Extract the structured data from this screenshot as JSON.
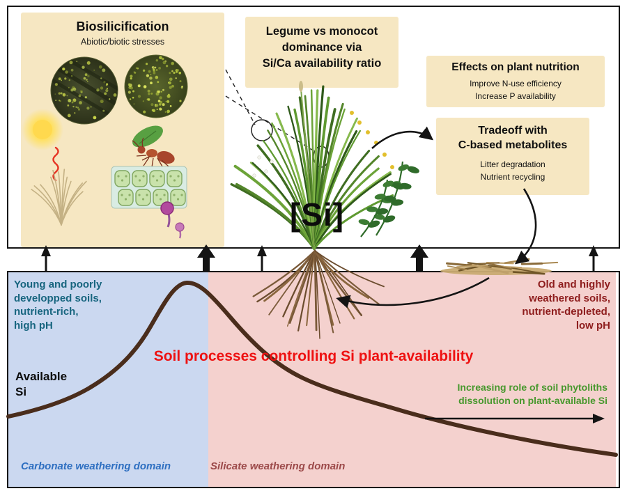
{
  "colors": {
    "box_bg": "#f6e7c2",
    "carbonate_bg": "#cbd8f0",
    "silicate_bg": "#f4d1ce",
    "teal_text": "#17657f",
    "dark_red_text": "#8e1d1d",
    "red_title": "#ee1111",
    "green_text": "#47982d",
    "carbonate_label": "#2e6fc1",
    "silicate_label": "#9c4a4a",
    "curve_brown": "#4a2d1c",
    "arrow_black": "#141414"
  },
  "top": {
    "biosilicification": {
      "title": "Biosilicification",
      "subtitle": "Abiotic/biotic stresses"
    },
    "legume_box": {
      "text": "Legume vs monocot\ndominance via\nSi/Ca availability ratio"
    },
    "nutrition_box": {
      "title": "Effects on plant nutrition",
      "line1": "Improve N-use efficiency",
      "line2": "Increase P availability"
    },
    "tradeoff_box": {
      "title": "Tradeoff with\nC-based metabolites",
      "line1": "Litter degradation",
      "line2": "Nutrient recycling"
    },
    "si_label": "[Si]"
  },
  "bottom": {
    "left_note": "Young and poorly\ndevelopped soils,\nnutrient-rich,\nhigh pH",
    "right_note": "Old and highly\nweathered soils,\nnutrient-depleted,\nlow pH",
    "title": "Soil processes controlling Si plant-availability",
    "available_si": "Available\nSi",
    "green_note": "Increasing role of soil phytoliths\ndissolution on plant-available Si",
    "carbonate_label": "Carbonate weathering domain",
    "silicate_label": "Silicate weathering domain"
  }
}
